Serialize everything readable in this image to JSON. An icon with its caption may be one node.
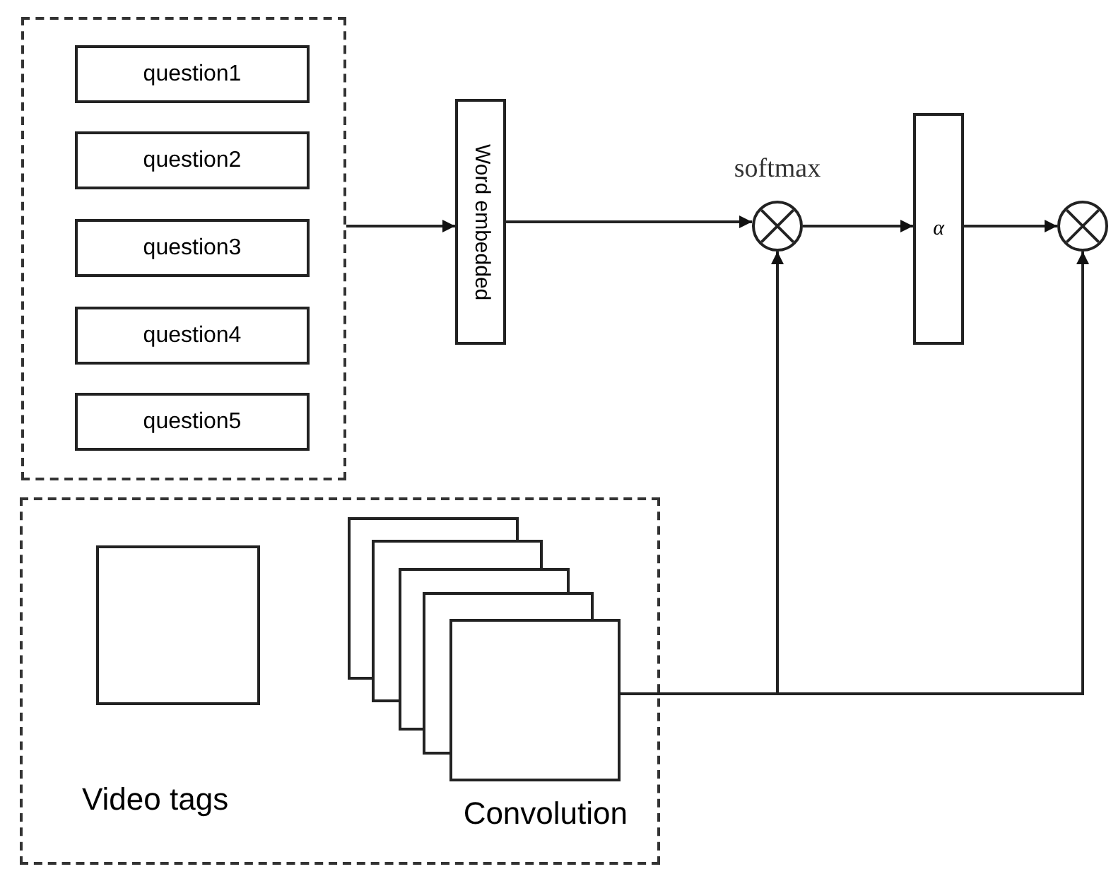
{
  "diagram": {
    "nodes": [
      {
        "text": [],
        "shape": "box"
      },
      {
        "text": [
          "question1"
        ],
        "in": 0
      },
      {
        "text": [
          "question2"
        ],
        "in": 0
      },
      {
        "text": [
          "question3"
        ],
        "in": 0
      },
      {
        "text": [
          "question4"
        ],
        "in": 0
      },
      {
        "text": [
          "question5"
        ],
        "in": 0
      },
      {
        "text": [
          "Word embedded"
        ]
      },
      {
        "text": [],
        "shape": "circle",
        "beside": [
          "softmax"
        ]
      },
      {
        "text": [
          "α"
        ]
      },
      {
        "text": [],
        "shape": "circle"
      },
      {
        "text": [],
        "shape": "box"
      },
      {
        "text": [
          "Video tags"
        ],
        "in": 10
      },
      {
        "text": [
          "Convolution"
        ],
        "in": 10
      }
    ],
    "edges": [
      {
        "from": 0,
        "to": 6,
        "arrow": "to"
      },
      {
        "from": 6,
        "to": 7,
        "arrow": "to"
      },
      {
        "from": 7,
        "to": 8,
        "arrow": "to"
      },
      {
        "from": 8,
        "to": 9,
        "arrow": "to"
      },
      {
        "from": 12,
        "to": 7,
        "arrow": "to"
      },
      {
        "from": 12,
        "to": 9,
        "arrow": "to"
      }
    ]
  }
}
